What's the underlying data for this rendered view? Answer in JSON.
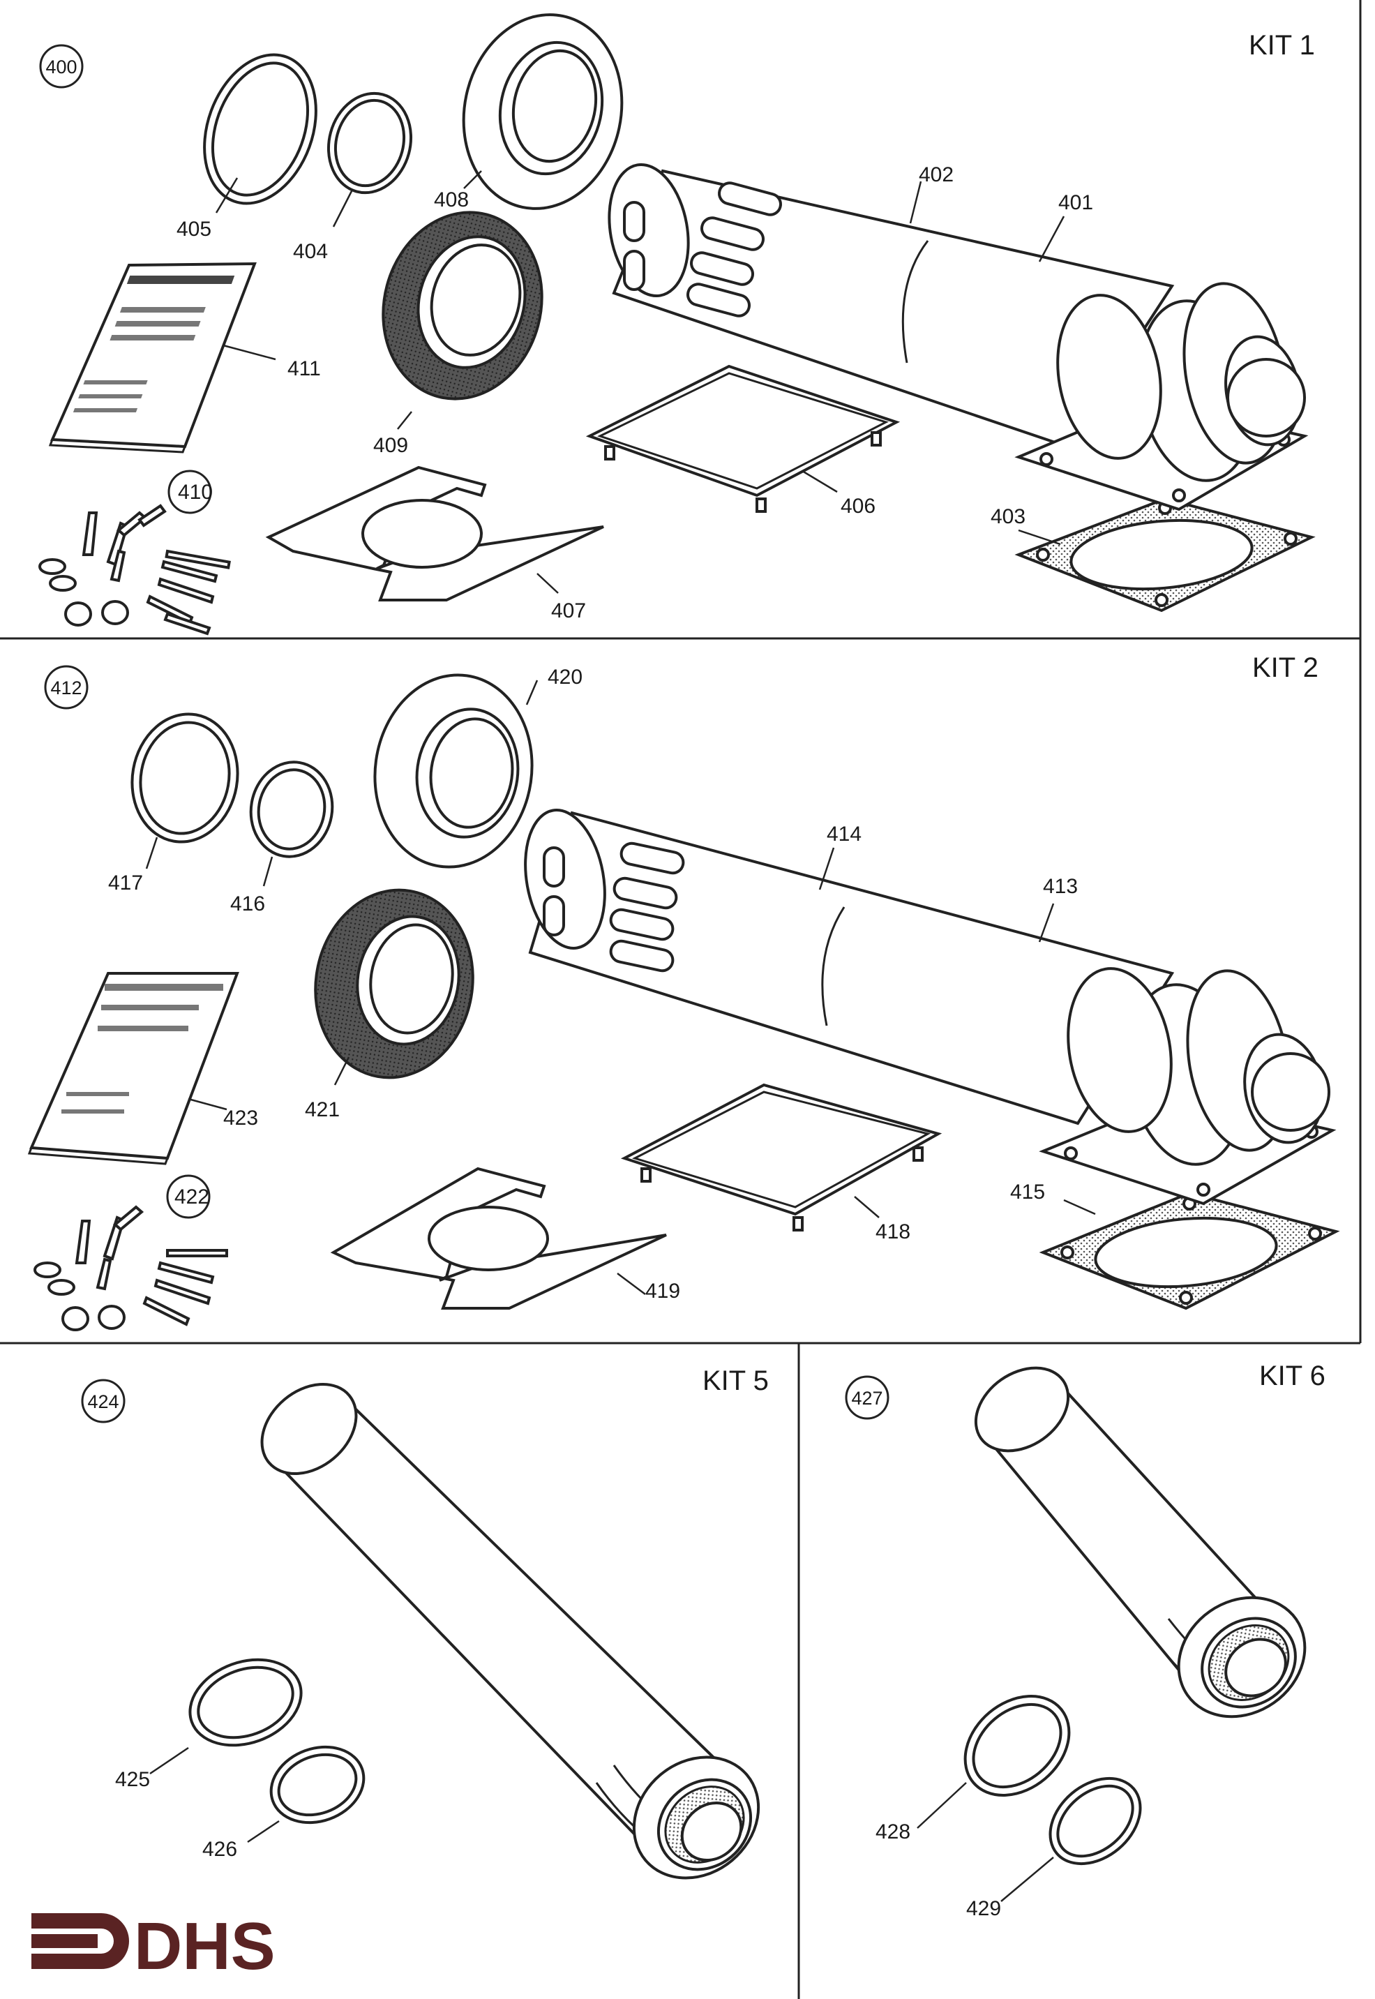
{
  "colors": {
    "line": "#222222",
    "logo": "#5a2323",
    "gasket": "#3a3a3a",
    "foam": "#d9d9d9"
  },
  "kits": [
    {
      "title": "KIT 1",
      "number": "400",
      "labels": {
        "p401": "401",
        "p402": "402",
        "p403": "403",
        "p404": "404",
        "p405": "405",
        "p406": "406",
        "p407": "407",
        "p408": "408",
        "p409": "409",
        "p410": "410",
        "p411": "411"
      }
    },
    {
      "title": "KIT 2",
      "number": "412",
      "labels": {
        "p413": "413",
        "p414": "414",
        "p415": "415",
        "p416": "416",
        "p417": "417",
        "p418": "418",
        "p419": "419",
        "p420": "420",
        "p421": "421",
        "p422": "422",
        "p423": "423"
      }
    },
    {
      "title": "KIT 5",
      "number": "424",
      "labels": {
        "p425": "425",
        "p426": "426"
      }
    },
    {
      "title": "KIT 6",
      "number": "427",
      "labels": {
        "p428": "428",
        "p429": "429"
      }
    }
  ],
  "logo": {
    "text": "DHS",
    "icon": "dhs-logo-mark"
  }
}
